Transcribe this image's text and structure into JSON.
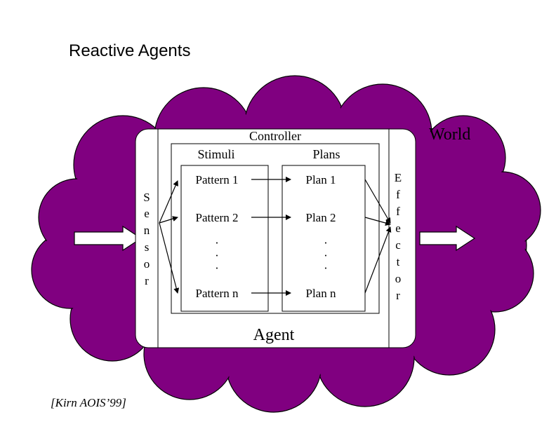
{
  "slide": {
    "title": "Reactive Agents",
    "citation": "[Kirn AOIS’99]"
  },
  "world": {
    "label": "World",
    "cloud_color": "#800080"
  },
  "agent": {
    "label": "Agent",
    "controller_label": "Controller",
    "sensor_letters": [
      "S",
      "e",
      "n",
      "s",
      "o",
      "r"
    ],
    "effector_letters": [
      "E",
      "f",
      "f",
      "e",
      "c",
      "t",
      "o",
      "r"
    ],
    "stimuli": {
      "header": "Stimuli",
      "items": [
        "Pattern 1",
        "Pattern 2",
        "Pattern n"
      ],
      "ellipsis": [
        "·",
        "·",
        "·"
      ]
    },
    "plans": {
      "header": "Plans",
      "items": [
        "Plan 1",
        "Plan 2",
        "Plan n"
      ],
      "ellipsis": [
        "·",
        "·",
        "·"
      ]
    }
  }
}
